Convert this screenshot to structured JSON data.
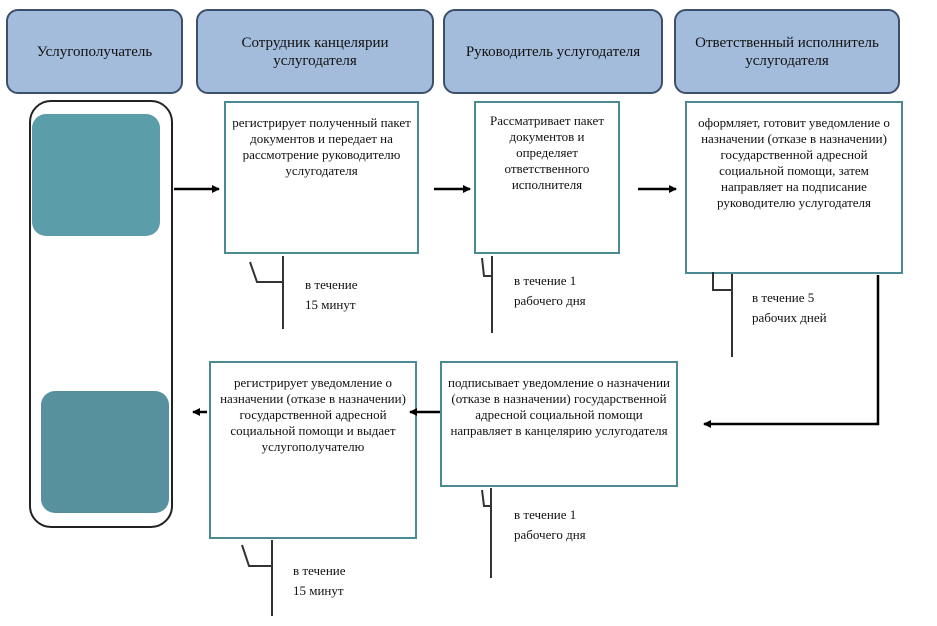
{
  "headers": [
    {
      "id": "recipient",
      "label": "Услугополучатель"
    },
    {
      "id": "office",
      "label": "Сотрудник канцелярии услугодателя"
    },
    {
      "id": "head",
      "label": "Руководитель услугодателя"
    },
    {
      "id": "executor",
      "label": "Ответственный исполнитель услугодателя"
    }
  ],
  "steps": {
    "office_register": "регистрирует полученный пакет документов и передает на рассмотрение руководителю услугодателя",
    "head_review": "Рассматривает пакет документов и определяет ответственного исполнителя",
    "executor_prepare": "оформляет, готовит уведомление о назначении (отказе в назначении) государственной адресной социальной помощи, затем направляет на подписание руководителю услугодателя",
    "head_sign": "подписывает уведомление о назначении (отказе в назначении) государственной адресной социальной помощи направляет в канцелярию услугодателя",
    "office_issue": "регистрирует уведомление о назначении (отказе в назначении) государственной адресной социальной помощи и выдает услугополучателю"
  },
  "timings": {
    "office_register": [
      "в течение",
      "15 минут"
    ],
    "head_review": [
      "в течение 1",
      "рабочего дня"
    ],
    "executor_prepare": [
      "в течение 5",
      "рабочих дней"
    ],
    "head_sign": [
      "в течение 1",
      "рабочего дня"
    ],
    "office_issue": [
      "в течение",
      "15 минут"
    ]
  },
  "colors": {
    "header_fill": "#a4bcdb",
    "header_border": "#3c4f6b",
    "box_border": "#4a8a92",
    "block_fill": "#5c9daa"
  }
}
